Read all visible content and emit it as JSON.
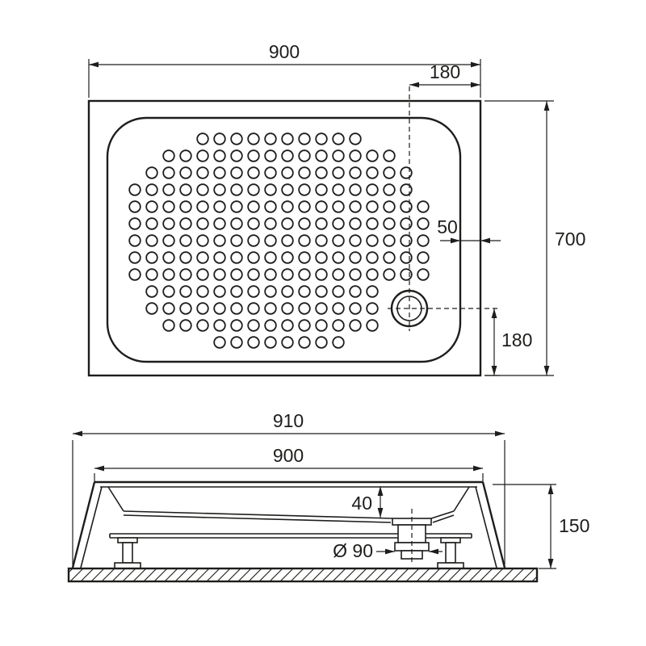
{
  "drawing": {
    "type": "technical-drawing",
    "subject": "Rectangular shower tray with anti-slip dot pattern, top view and side section view",
    "line_color": "#1d1d1b",
    "background_color": "#ffffff"
  },
  "top_view": {
    "width_label": "900",
    "drain_offset_top_label": "180",
    "rim_width_label": "50",
    "depth_label": "700",
    "drain_offset_side_label": "180"
  },
  "side_view": {
    "base_width_label": "910",
    "tray_width_label": "900",
    "basin_depth_label": "40",
    "total_height_label": "150",
    "drain_diameter_label": "Ø 90"
  }
}
